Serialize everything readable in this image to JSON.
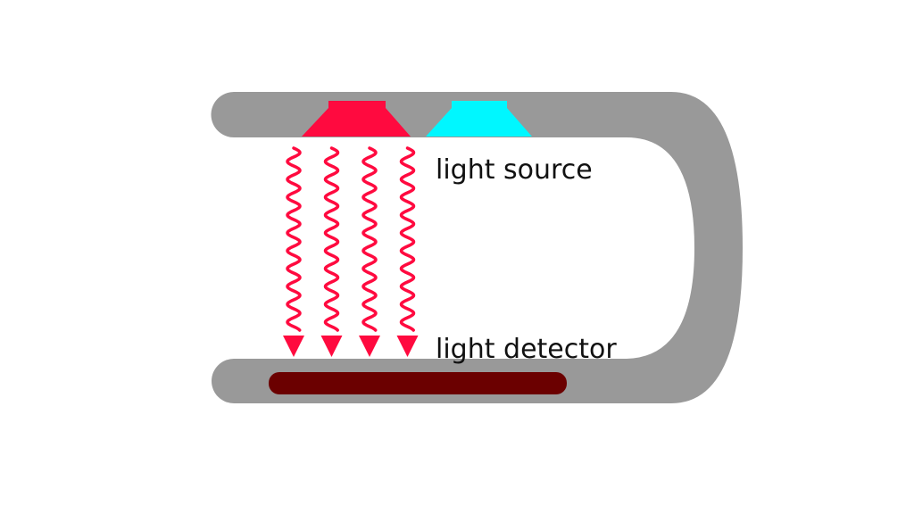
{
  "labels": {
    "source": "light source",
    "detector": "light detector"
  },
  "colors": {
    "housing": "#999999",
    "light_source": "#ff0a3f",
    "second_emitter": "#00f7ff",
    "detector": "#6b0000",
    "light_waves": "#ff0a3f",
    "text": "#111111"
  },
  "icons": {
    "wave_arrow": "wavy-down-arrow-icon"
  },
  "light_rays": {
    "count": 4
  }
}
